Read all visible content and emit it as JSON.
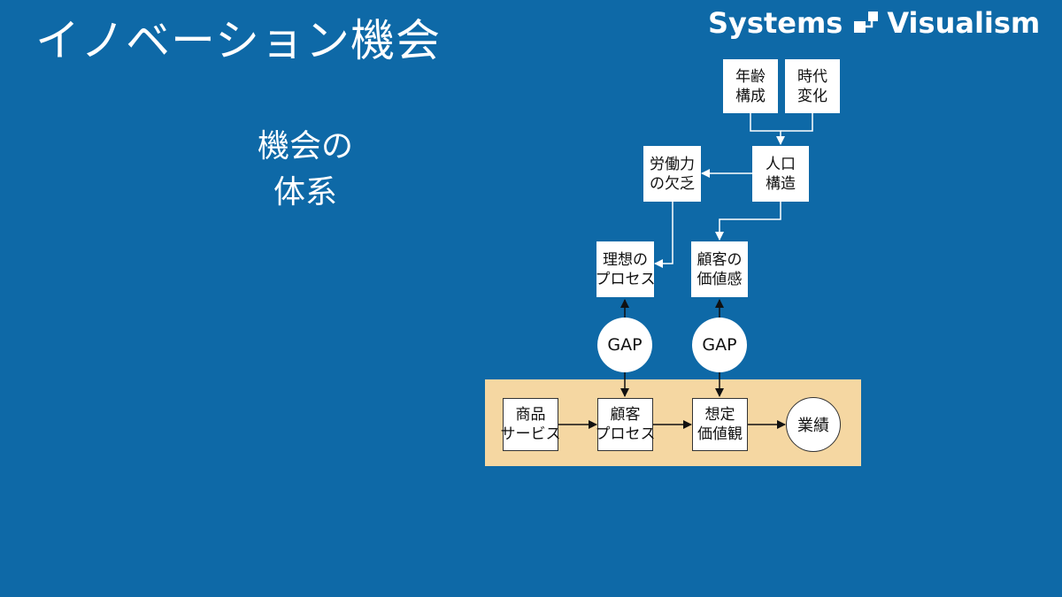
{
  "header": {
    "title": "イノベーション機会",
    "logo_left": "Systems",
    "logo_right": "Visualism"
  },
  "subtitle": {
    "line1": "機会の",
    "line2": "体系"
  },
  "nodes": {
    "age_structure": [
      "年齢",
      "構成"
    ],
    "era_change": [
      "時代",
      "変化"
    ],
    "labor_shortage": [
      "労働力",
      "の欠乏"
    ],
    "population_structure": [
      "人口",
      "構造"
    ],
    "ideal_process": [
      "理想の",
      "プロセス"
    ],
    "customer_values": [
      "顧客の",
      "価値感"
    ],
    "gap_left": "GAP",
    "gap_right": "GAP",
    "products_services": [
      "商品",
      "サービス"
    ],
    "customer_process": [
      "顧客",
      "プロセス"
    ],
    "assumed_values": [
      "想定",
      "価値観"
    ],
    "results": "業績"
  },
  "colors": {
    "background": "#0e69a7",
    "band": "#f5d7a2",
    "box": "#ffffff",
    "text": "#111111"
  }
}
